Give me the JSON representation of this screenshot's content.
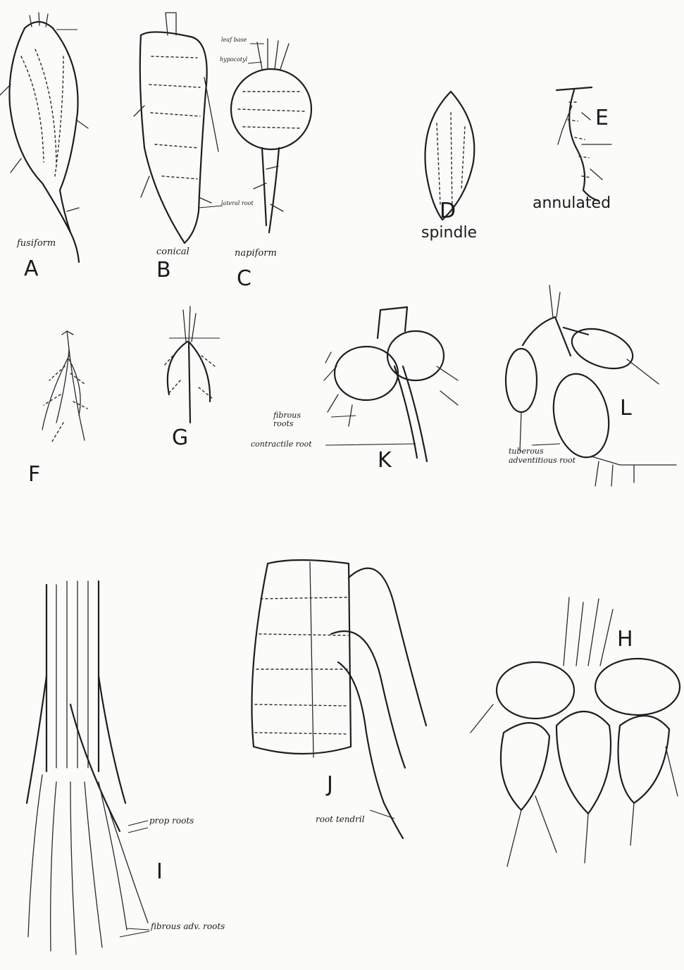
{
  "figures": {
    "A": {
      "letter": "A",
      "caption": "fusiform"
    },
    "B": {
      "letter": "B",
      "caption": "conical",
      "annotation": "lateral root"
    },
    "C": {
      "letter": "C",
      "caption": "napiform",
      "annotation_1": "leaf base",
      "annotation_2": "hypocotyl"
    },
    "D": {
      "letter": "D",
      "caption": "spindle"
    },
    "E": {
      "letter": "E",
      "caption": "annulated"
    },
    "F": {
      "letter": "F"
    },
    "G": {
      "letter": "G"
    },
    "K": {
      "letter": "K",
      "annotation_1": "fibrous roots",
      "annotation_2": "contractile root"
    },
    "L": {
      "letter": "L",
      "annotation": "tuberous adventitious root"
    },
    "I": {
      "letter": "I",
      "annotation_1": "prop roots",
      "annotation_2": "fibrous adv. roots"
    },
    "J": {
      "letter": "J",
      "annotation": "root tendril"
    },
    "H": {
      "letter": "H"
    }
  },
  "colors": {
    "ink": "#1e1e1e",
    "paper": "#fbfbfa"
  }
}
